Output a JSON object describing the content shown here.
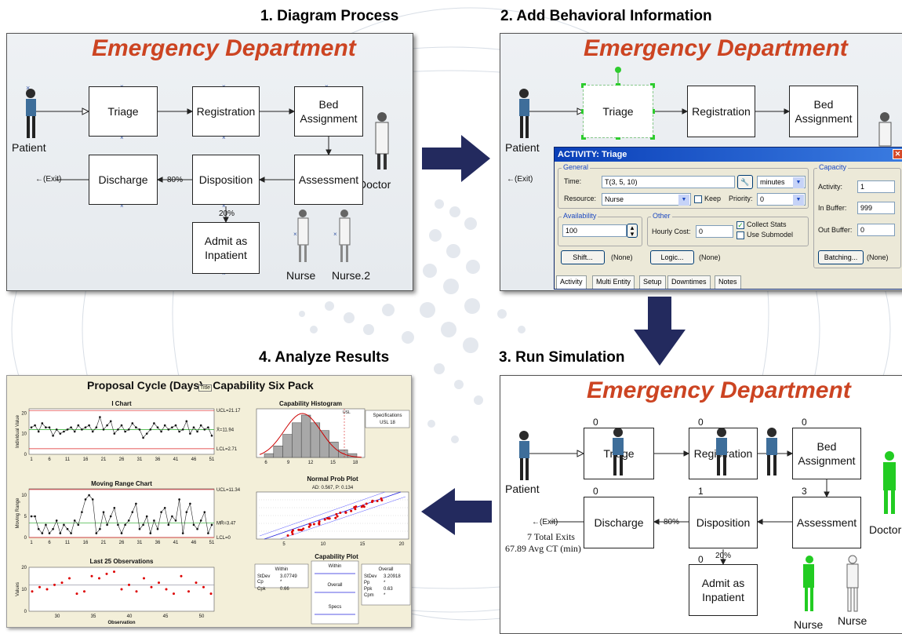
{
  "steps": {
    "s1": "1. Diagram Process",
    "s2": "2. Add Behavioral Information",
    "s3": "3. Run Simulation",
    "s4": "4. Analyze Results"
  },
  "ed_title": "Emergency Department",
  "flow": {
    "patient": "Patient",
    "triage": "Triage",
    "registration": "Registration",
    "bed_l1": "Bed",
    "bed_l2": "Assignment",
    "doctor": "Doctor",
    "exit": "←(Exit)",
    "discharge": "Discharge",
    "pct80": "80%",
    "disposition": "Disposition",
    "assessment": "Assessment",
    "pct20": "20%",
    "admit_l1": "Admit as",
    "admit_l2": "Inpatient",
    "nurse": "Nurse",
    "nurse2": "Nurse.2"
  },
  "dialog": {
    "title": "ACTIVITY: Triage",
    "general": "General",
    "time_label": "Time:",
    "time_value": "T(3, 5, 10)",
    "time_unit": "minutes",
    "resource_label": "Resource:",
    "resource_value": "Nurse",
    "keep": "Keep",
    "priority_label": "Priority:",
    "priority_value": "0",
    "availability": "Availability",
    "availability_value": "100",
    "other": "Other",
    "hourly_cost_label": "Hourly Cost:",
    "hourly_cost_value": "0",
    "collect_stats": "Collect Stats",
    "use_submodel": "Use Submodel",
    "shift_btn": "Shift...",
    "shift_none": "(None)",
    "logic_btn": "Logic...",
    "logic_none": "(None)",
    "capacity": "Capacity",
    "activity_label": "Activity:",
    "activity_value": "1",
    "inbuffer_label": "In Buffer:",
    "inbuffer_value": "999",
    "outbuffer_label": "Out Buffer:",
    "outbuffer_value": "0",
    "batching_btn": "Batching...",
    "batching_none": "(None)",
    "tabs": [
      "Activity",
      "Multi Entity",
      "Setup",
      "Downtimes",
      "Notes"
    ]
  },
  "sim": {
    "triage_count": "0",
    "reg_count": "0",
    "bed_count": "0",
    "discharge_count": "0",
    "disp_count": "1",
    "assess_count": "3",
    "admit_count": "0",
    "total_exits_value": "7",
    "total_exits_label": "Total Exits",
    "avg_ct_value": "67.89",
    "avg_ct_label": "Avg CT (min)",
    "doctor": "Doctor",
    "nurse_a": "Nurse",
    "nurse_b": "Nurse",
    "patient": "Patient",
    "triage": "Triage",
    "registration": "Registration",
    "bed_l1": "Bed",
    "bed_l2": "Assignment",
    "discharge": "Discharge",
    "disposition": "Disposition",
    "assessment": "Assessment",
    "pct80": "80%",
    "pct20": "20%",
    "admit_l1": "Admit as",
    "admit_l2": "Inpatient",
    "exit": "←(Exit)"
  },
  "sixpack": {
    "title": "Proposal Cycle (Days) - Capability Six Pack",
    "tooltip": "Title"
  },
  "chart_data": [
    {
      "type": "line",
      "title": "I Chart",
      "ylabel": "Individual Value",
      "x_ticks": [
        "1",
        "6",
        "11",
        "16",
        "21",
        "26",
        "31",
        "36",
        "41",
        "46",
        "51"
      ],
      "y_ticks": [
        "0",
        "10",
        "20"
      ],
      "ylim": [
        0,
        22
      ],
      "ucl_label": "UCL=21.17",
      "mean_label": "X̄=11.94",
      "lcl_label": "LCL=2.71",
      "ucl": 21.17,
      "mean": 11.94,
      "lcl": 2.71,
      "values": [
        13,
        14,
        11,
        15,
        13,
        13,
        9,
        12,
        10,
        11,
        12,
        13,
        11,
        14,
        12,
        13,
        14,
        11,
        13,
        18,
        12,
        14,
        16,
        10,
        12,
        14,
        11,
        12,
        15,
        13,
        12,
        8,
        10,
        12,
        15,
        13,
        11,
        14,
        12,
        13,
        14,
        11,
        12,
        16,
        10,
        13,
        11,
        14,
        12,
        13,
        9
      ]
    },
    {
      "type": "bar",
      "title": "Capability Histogram",
      "x_ticks": [
        "6",
        "9",
        "12",
        "15",
        "18"
      ],
      "usl_label": "USL",
      "usl": 18,
      "spec_title": "Specifications",
      "spec_usl": "USL   18",
      "values": [
        1,
        3,
        6,
        9,
        11,
        9,
        7,
        4,
        2,
        1
      ]
    },
    {
      "type": "line",
      "title": "Moving Range Chart",
      "ylabel": "Moving Range",
      "x_ticks": [
        "1",
        "6",
        "11",
        "16",
        "21",
        "26",
        "31",
        "36",
        "41",
        "46",
        "51"
      ],
      "y_ticks": [
        "0",
        "5",
        "10"
      ],
      "ylim": [
        0,
        11.5
      ],
      "ucl_label": "UCL=11.34",
      "mean_label": "MR̄=3.47",
      "lcl_label": "LCL=0",
      "ucl": 11.34,
      "mean": 3.47,
      "lcl": 0,
      "values": [
        5,
        5,
        2,
        1,
        3,
        1,
        2,
        4,
        1,
        3,
        2,
        1,
        4,
        3,
        6,
        9,
        10,
        9,
        1,
        2,
        6,
        3,
        5,
        7,
        3,
        1,
        3,
        4,
        6,
        8,
        2,
        3,
        5,
        1,
        4,
        2,
        6,
        7,
        3,
        5,
        4,
        9,
        1,
        6,
        8,
        3,
        2,
        4,
        6,
        1,
        3
      ]
    },
    {
      "type": "scatter",
      "title": "Normal Prob Plot",
      "subtitle": "AD: 0.567, P: 0.134",
      "x_ticks": [
        "5",
        "10",
        "15",
        "20"
      ]
    },
    {
      "type": "scatter",
      "title": "Last 25 Observations",
      "xlabel": "Observation",
      "ylabel": "Values",
      "x_ticks": [
        "30",
        "35",
        "40",
        "45",
        "50"
      ],
      "y_ticks": [
        "0",
        "10",
        "20"
      ],
      "ylim": [
        0,
        20
      ],
      "mean": 12,
      "values": [
        9,
        11,
        10,
        12,
        13,
        15,
        8,
        9,
        16,
        15,
        17,
        18,
        10,
        12,
        9,
        15,
        11,
        13,
        10,
        8,
        16,
        9,
        13,
        11,
        8
      ]
    },
    {
      "type": "table",
      "title": "Capability Plot",
      "within": {
        "title": "Within",
        "stdev": "3.07749",
        "cp": "*",
        "cpk": "0.66"
      },
      "overall": {
        "title": "Overall",
        "stdev": "3.20918",
        "pp": "*",
        "ppk": "0.63",
        "cpm": "*"
      },
      "legend": [
        "Within",
        "Overall",
        "Specs"
      ]
    }
  ]
}
